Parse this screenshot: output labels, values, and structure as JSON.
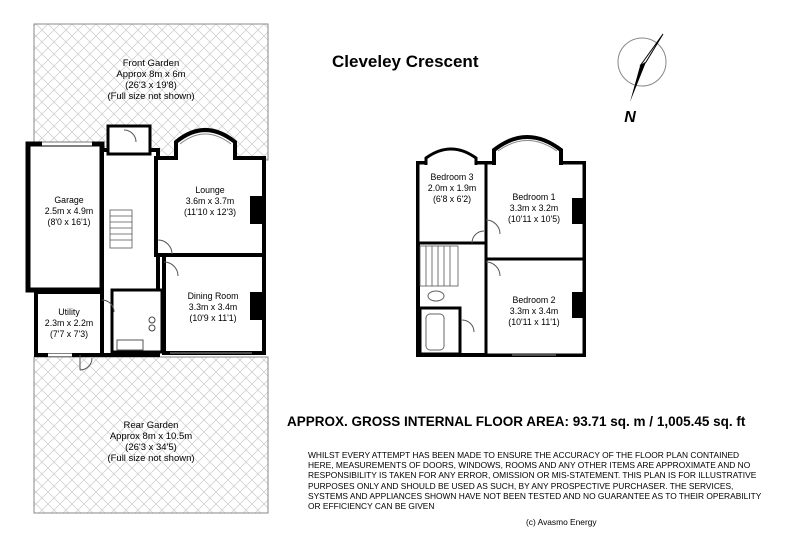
{
  "title": "Cleveley Crescent",
  "compass": {
    "north_label": "N"
  },
  "area_text": "APPROX. GROSS INTERNAL FLOOR AREA: 93.71 sq. m / 1,005.45 sq. ft",
  "disclaimer": "WHILST EVERY ATTEMPT HAS BEEN MADE TO ENSURE THE ACCURACY OF THE FLOOR PLAN CONTAINED HERE, MEASUREMENTS OF DOORS, WINDOWS, ROOMS AND ANY OTHER ITEMS ARE APPROXIMATE AND NO RESPONSIBILITY IS TAKEN FOR ANY ERROR, OMISSION OR MIS-STATEMENT. THIS PLAN IS FOR ILLUSTRATIVE PURPOSES ONLY AND SHOULD BE USED AS SUCH, BY ANY PROSPECTIVE PURCHASER. THE SERVICES, SYSTEMS AND APPLIANCES SHOWN HAVE NOT BEEN TESTED AND NO GUARANTEE AS TO THEIR OPERABILITY OR EFFICIENCY CAN BE GIVEN",
  "copyright": "(c) Avasmo Energy",
  "ground_floor": {
    "front_garden": {
      "name": "Front Garden",
      "size": "Approx 8m x 6m",
      "imperial": "(26'3 x 19'8)",
      "note": "(Full size not shown)"
    },
    "rear_garden": {
      "name": "Rear Garden",
      "size": "Approx 8m x 10.5m",
      "imperial": "(26'3 x 34'5)",
      "note": "(Full size not shown)"
    },
    "garage": {
      "name": "Garage",
      "size": "2.5m x 4.9m",
      "imperial": "(8'0 x 16'1)"
    },
    "lounge": {
      "name": "Lounge",
      "size": "3.6m x 3.7m",
      "imperial": "(11'10 x 12'3)"
    },
    "dining_room": {
      "name": "Dining Room",
      "size": "3.3m x 3.4m",
      "imperial": "(10'9 x 11'1)"
    },
    "utility": {
      "name": "Utility",
      "size": "2.3m x 2.2m",
      "imperial": "(7'7 x 7'3)"
    }
  },
  "first_floor": {
    "bedroom_3": {
      "name": "Bedroom 3",
      "size": "2.0m x 1.9m",
      "imperial": "(6'8 x 6'2)"
    },
    "bedroom_1": {
      "name": "Bedroom 1",
      "size": "3.3m x 3.2m",
      "imperial": "(10'11 x 10'5)"
    },
    "bedroom_2": {
      "name": "Bedroom 2",
      "size": "3.3m x 3.4m",
      "imperial": "(10'11 x 11'1)"
    }
  }
}
